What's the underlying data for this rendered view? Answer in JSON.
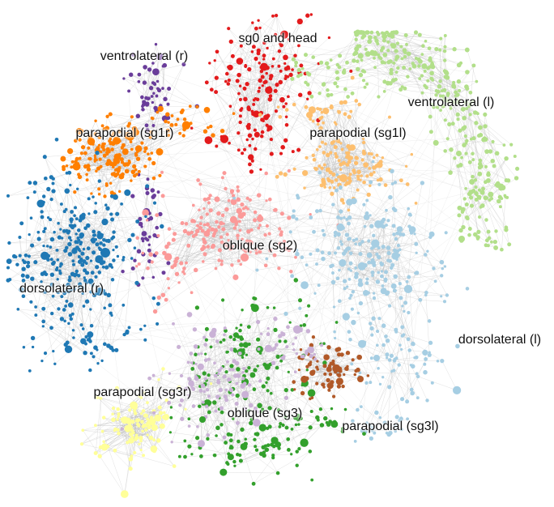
{
  "clusters": [
    {
      "id": "sg0",
      "label": "sg0 and head",
      "color": "#e31a1c"
    },
    {
      "id": "vl_r",
      "label": "ventrolateral (r)",
      "color": "#6a3d9a"
    },
    {
      "id": "vl_l",
      "label": "ventrolateral (l)",
      "color": "#b2df8a"
    },
    {
      "id": "pp_sg1r",
      "label": "parapodial (sg1r)",
      "color": "#ff7f00"
    },
    {
      "id": "pp_sg1l",
      "label": "parapodial (sg1l)",
      "color": "#fdbf6f"
    },
    {
      "id": "obl_sg2",
      "label": "oblique (sg2)",
      "color": "#fb9a99"
    },
    {
      "id": "dl_r",
      "label": "dorsolateral (r)",
      "color": "#1f78b4"
    },
    {
      "id": "dl_l",
      "label": "dorsolateral (l)",
      "color": "#a6cee3"
    },
    {
      "id": "pp_sg3r",
      "label": "parapodial (sg3r)",
      "color": "#ffff99"
    },
    {
      "id": "obl_sg3",
      "label": "oblique (sg3)",
      "color": "#33a02c"
    },
    {
      "id": "pp_sg3l",
      "label": "parapodial (sg3l)",
      "color": "#b15928"
    },
    {
      "id": "lilac",
      "label": "",
      "color": "#cab2d6"
    }
  ],
  "edge_color": "#b8b8b8"
}
